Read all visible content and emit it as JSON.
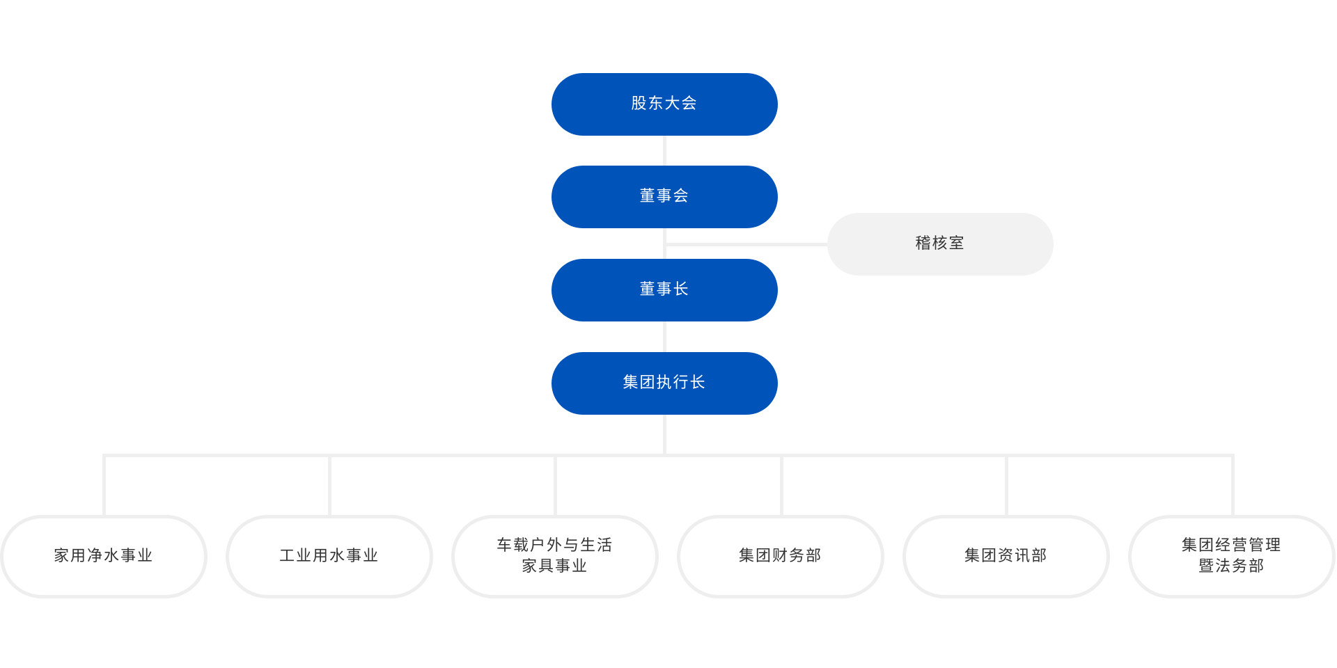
{
  "chart": {
    "leadership": [
      "股东大会",
      "董事会",
      "董事长",
      "集团执行长"
    ],
    "side_office": "稽核室",
    "units": [
      {
        "line1": "家用净水事业",
        "line2": ""
      },
      {
        "line1": "工业用水事业",
        "line2": ""
      },
      {
        "line1": "车载户外与生活",
        "line2": "家具事业"
      },
      {
        "line1": "集团财务部",
        "line2": ""
      },
      {
        "line1": "集团资讯部",
        "line2": ""
      },
      {
        "line1": "集团经营管理",
        "line2": "暨法务部"
      }
    ]
  },
  "colors": {
    "primary_blue": "#0053b9",
    "side_gray": "#f2f2f2",
    "connector": "#efefef",
    "text_dark": "#333333"
  }
}
